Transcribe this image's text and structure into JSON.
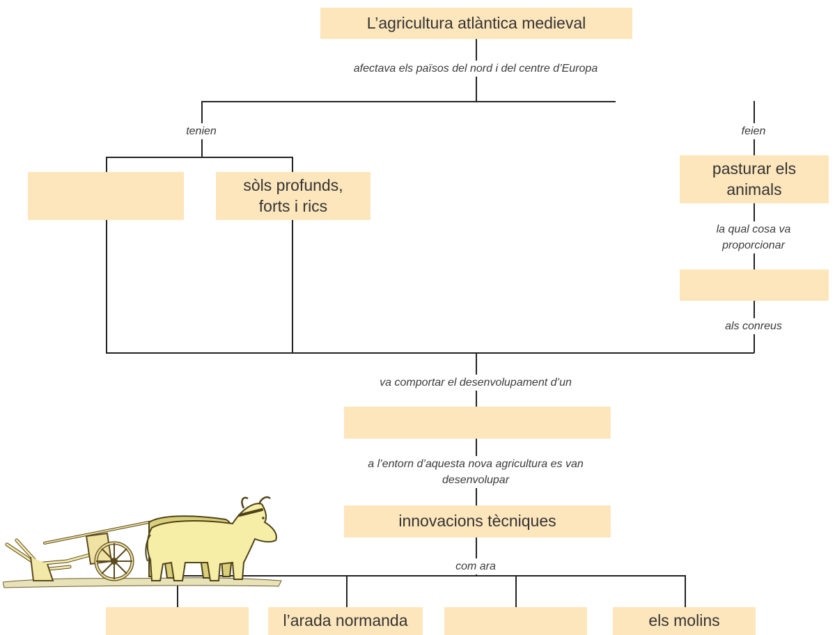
{
  "diagram": {
    "title": "L’agricultura atlàntica medieval",
    "labels": {
      "affected": "afectava els països del nord i del centre d’Europa",
      "had": "tenien",
      "did": "feien",
      "which_provided": "la qual cosa va proporcionar",
      "to_crops": "als conreus",
      "led_to": "va comportar el desenvolupament d’un",
      "around": "a l’entorn d’aquesta nova agricultura es van desenvolupar",
      "such_as": "com ara"
    },
    "boxes": {
      "had_left": "",
      "soils": "sòls profunds, forts i rics",
      "grazing": "pasturar els animals",
      "provided": "",
      "developed": "",
      "innovations": "innovacions tècniques",
      "innov_1": "",
      "plough": "l’arada normanda",
      "innov_3": "",
      "mills": "els molins"
    },
    "illustration": "oxen-pulling-plough",
    "colors": {
      "box_fill": "#fde6bc",
      "line": "#222222",
      "text": "#333333"
    }
  }
}
